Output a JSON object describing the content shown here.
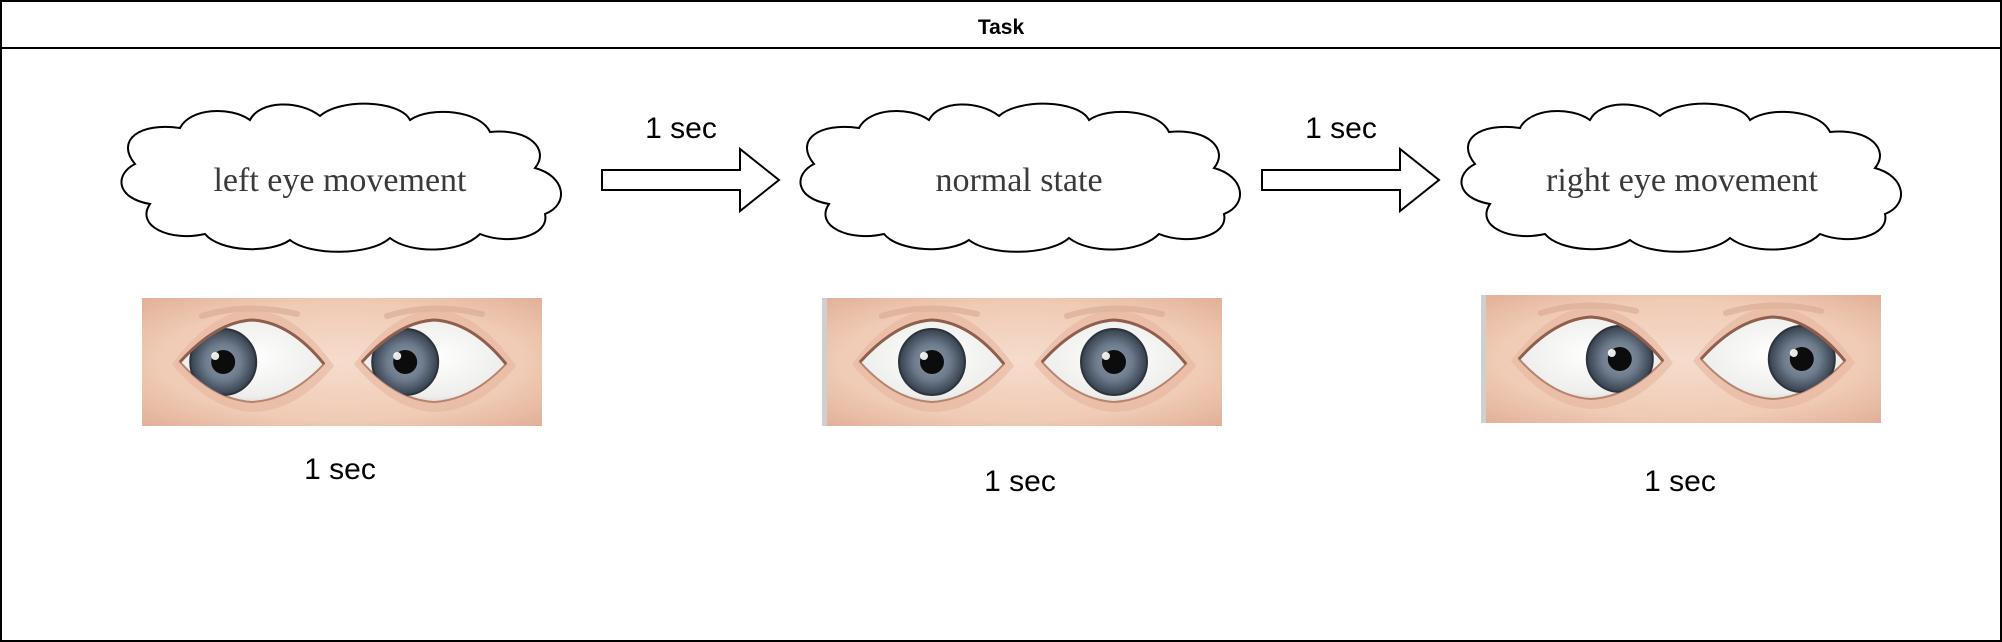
{
  "frame": {
    "title": "Task"
  },
  "steps": [
    {
      "label": "left eye movement",
      "duration": "1 sec",
      "gaze": "left"
    },
    {
      "label": "normal state",
      "duration": "1 sec",
      "gaze": "center"
    },
    {
      "label": "right eye movement",
      "duration": "1 sec",
      "gaze": "right"
    }
  ],
  "transitions": [
    {
      "label": "1 sec"
    },
    {
      "label": "1 sec"
    }
  ],
  "colors": {
    "skin": "#f1cdb8",
    "skin_shadow": "#d9a58d",
    "iris": "#6d7b8c",
    "iris_dark": "#3d4755",
    "sclera": "#f7f7f5",
    "stroke": "#000000",
    "cloud_text": "#3a3a3a"
  }
}
